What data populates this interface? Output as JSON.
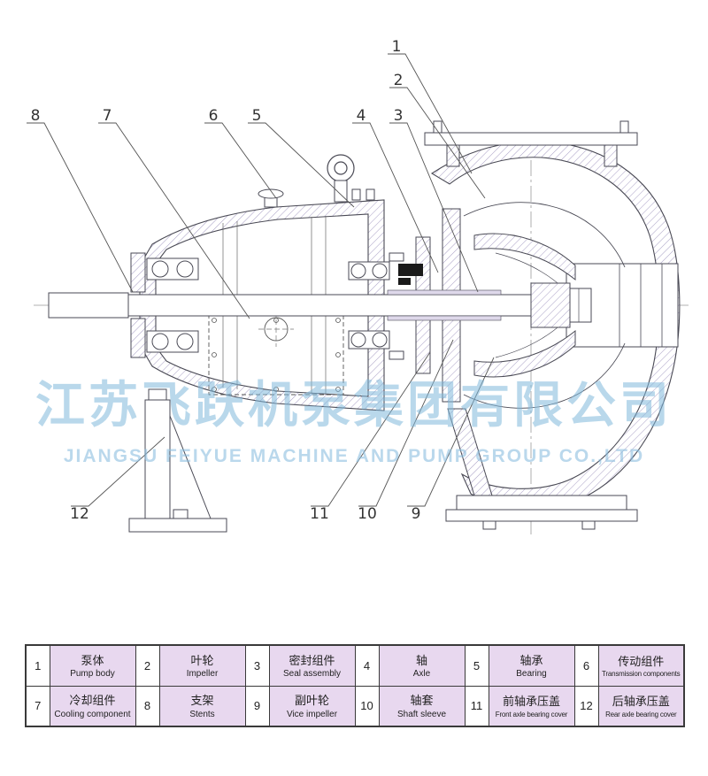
{
  "watermark": {
    "cn": "江苏飞跃机泵集团有限公司",
    "en": "JIANGSU FEIYUE MACHINE AND PUMP GROUP CO.,LTD"
  },
  "callouts": [
    "1",
    "2",
    "3",
    "4",
    "5",
    "6",
    "7",
    "8",
    "9",
    "10",
    "11",
    "12"
  ],
  "parts": [
    {
      "no": "1",
      "cn": "泵体",
      "en": "Pump body"
    },
    {
      "no": "2",
      "cn": "叶轮",
      "en": "Impeller"
    },
    {
      "no": "3",
      "cn": "密封组件",
      "en": "Seal assembly"
    },
    {
      "no": "4",
      "cn": "轴",
      "en": "Axle"
    },
    {
      "no": "5",
      "cn": "轴承",
      "en": "Bearing"
    },
    {
      "no": "6",
      "cn": "传动组件",
      "en": "Transmission components"
    },
    {
      "no": "7",
      "cn": "冷却组件",
      "en": "Cooling component"
    },
    {
      "no": "8",
      "cn": "支架",
      "en": "Stents"
    },
    {
      "no": "9",
      "cn": "副叶轮",
      "en": "Vice impeller"
    },
    {
      "no": "10",
      "cn": "轴套",
      "en": "Shaft sleeve"
    },
    {
      "no": "11",
      "cn": "前轴承压盖",
      "en": "Front axle bearing cover"
    },
    {
      "no": "12",
      "cn": "后轴承压盖",
      "en": "Rear axle bearing cover"
    }
  ],
  "colors": {
    "outline": "#4a4a55",
    "hatch": "#a79ec4",
    "table_name_bg": "#e8d8ef",
    "watermark_blue": "#80b8db"
  }
}
